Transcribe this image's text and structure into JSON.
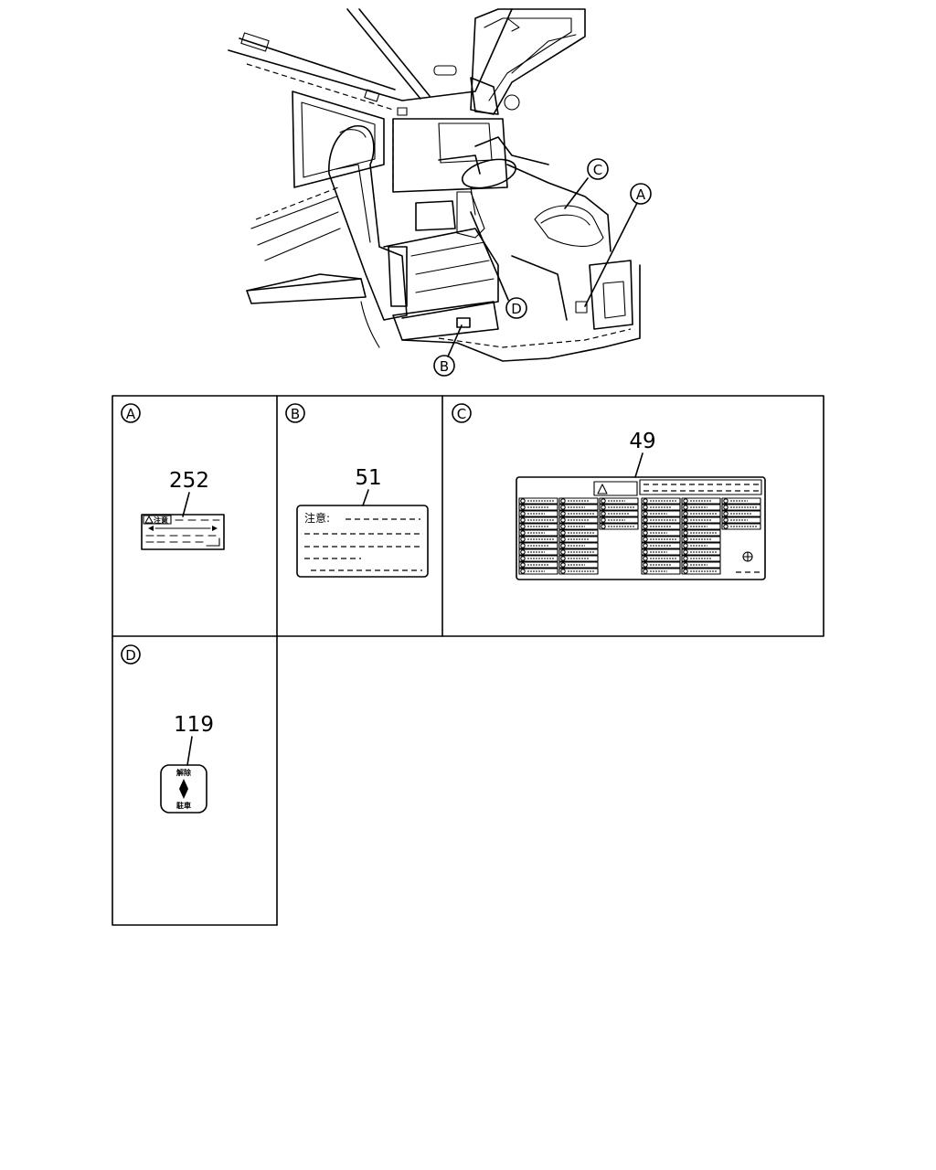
{
  "callouts": {
    "A": "A",
    "B": "B",
    "C": "C",
    "D": "D"
  },
  "panels": [
    {
      "id": "A",
      "letter": "A",
      "part_number": "252",
      "label_text": "注意"
    },
    {
      "id": "B",
      "letter": "B",
      "part_number": "51",
      "label_text": "注意:"
    },
    {
      "id": "C",
      "letter": "C",
      "part_number": "49"
    },
    {
      "id": "D",
      "letter": "D",
      "part_number": "119",
      "label_top": "解除",
      "label_bottom": "駐車"
    }
  ],
  "icons": {
    "warning": "warning-triangle-icon",
    "arrow_left": "arrow-left-icon",
    "arrow_right": "arrow-right-icon",
    "diamond": "diamond-icon",
    "target": "crosshair-circle-icon"
  }
}
